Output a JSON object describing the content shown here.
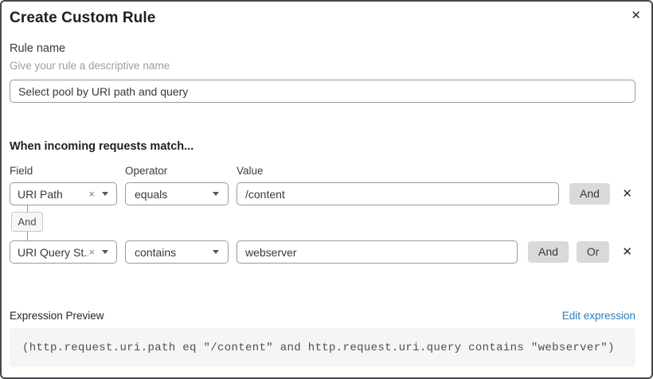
{
  "dialog": {
    "title": "Create Custom Rule"
  },
  "icons": {
    "close": "✕",
    "clear": "×",
    "remove": "✕"
  },
  "rule_name": {
    "label": "Rule name",
    "hint": "Give your rule a descriptive name",
    "value": "Select pool by URI path and query"
  },
  "match": {
    "heading": "When incoming requests match...",
    "column_headers": {
      "field": "Field",
      "operator": "Operator",
      "value": "Value"
    },
    "connector_label": "And",
    "rows": [
      {
        "field": "URI Path",
        "operator": "equals",
        "value": "/content",
        "buttons": [
          "And"
        ]
      },
      {
        "field": "URI Query St...",
        "operator": "contains",
        "value": "webserver",
        "buttons": [
          "And",
          "Or"
        ]
      }
    ]
  },
  "expression": {
    "label": "Expression Preview",
    "edit_link": "Edit expression",
    "code": "(http.request.uri.path eq \"/content\" and http.request.uri.query contains \"webserver\")"
  },
  "colors": {
    "link_blue": "#2e7cb8",
    "button_gray": "#d9d9d9",
    "code_background": "#f5f5f5",
    "dialog_border": "#45474b"
  }
}
